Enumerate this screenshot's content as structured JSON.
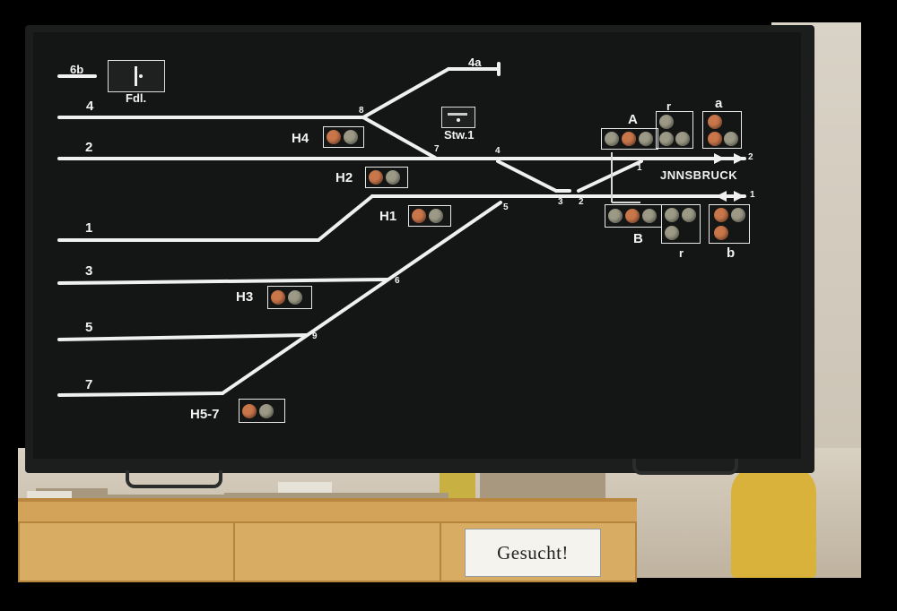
{
  "board": {
    "colors": {
      "board": "#141616",
      "track": "#f0f0f0",
      "lamp_red": "#c9764a",
      "lamp_grey": "#9c9a86"
    },
    "panel_fdl": "Fdl.",
    "panel_stw": "Stw.1",
    "destination": "JNNSBRUCK",
    "tracks": {
      "t6b": "6b",
      "t4": "4",
      "t2": "2",
      "t1": "1",
      "t3": "3",
      "t5": "5",
      "t7": "7",
      "t4a": "4a",
      "out2": "2",
      "out1": "1"
    },
    "switch_numbers": {
      "sw8": "8",
      "sw7": "7",
      "sw4": "4",
      "sw3": "3",
      "sw2": "2",
      "sw1": "1",
      "sw5": "5",
      "sw6": "6",
      "sw9": "9"
    },
    "signals": {
      "h4": "H4",
      "h2": "H2",
      "h1": "H1",
      "h3": "H3",
      "h57": "H5-7",
      "a": "A",
      "b": "B",
      "a_small": "a",
      "b_small": "b",
      "r_top": "r",
      "r_bottom": "r"
    },
    "lamp_colors": {
      "h4": [
        "red",
        "grey"
      ],
      "h2": [
        "red",
        "grey"
      ],
      "h1": [
        "red",
        "grey"
      ],
      "h3": [
        "red",
        "grey"
      ],
      "h57": [
        "red",
        "grey"
      ],
      "A": [
        "grey",
        "red",
        "grey"
      ],
      "B": [
        "grey",
        "red",
        "grey"
      ]
    }
  },
  "room": {
    "sign_text": "Gesucht!"
  }
}
